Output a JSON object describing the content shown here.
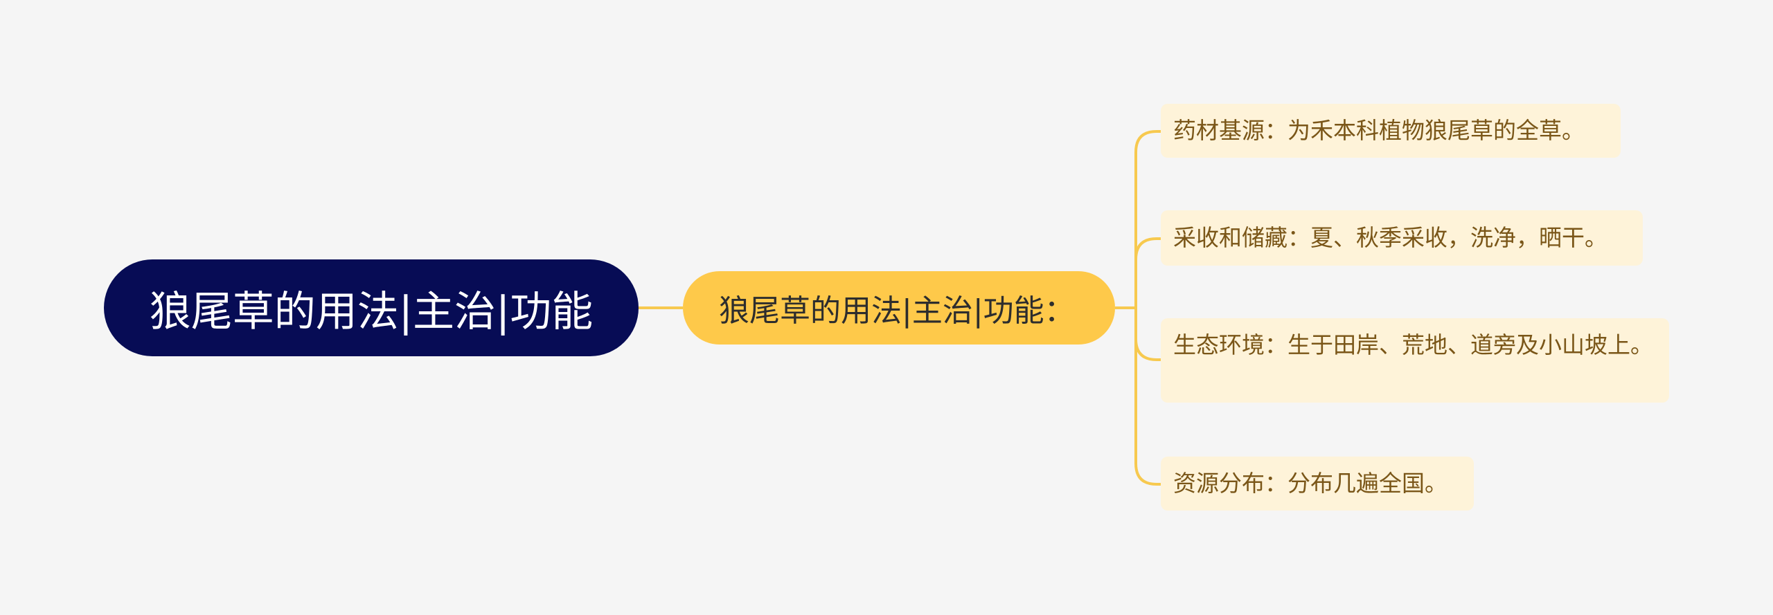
{
  "mindmap": {
    "root": {
      "label": "狼尾草的用法|主治|功能"
    },
    "branch": {
      "label": "狼尾草的用法|主治|功能："
    },
    "leaves": [
      {
        "text": "药材基源：为禾本科植物狼尾草的全草。"
      },
      {
        "text": "采收和储藏：夏、秋季采收，洗净，晒干。"
      },
      {
        "text": "生态环境：生于田岸、荒地、道旁及小山坡上。"
      },
      {
        "text": "资源分布：分布几遍全国。"
      }
    ]
  },
  "colors": {
    "background": "#f5f5f5",
    "root_fill": "#070c55",
    "branch_fill": "#fec94a",
    "leaf_fill": "#fef3d9",
    "leaf_text": "#7a5618",
    "connector": "#f7c94f"
  }
}
